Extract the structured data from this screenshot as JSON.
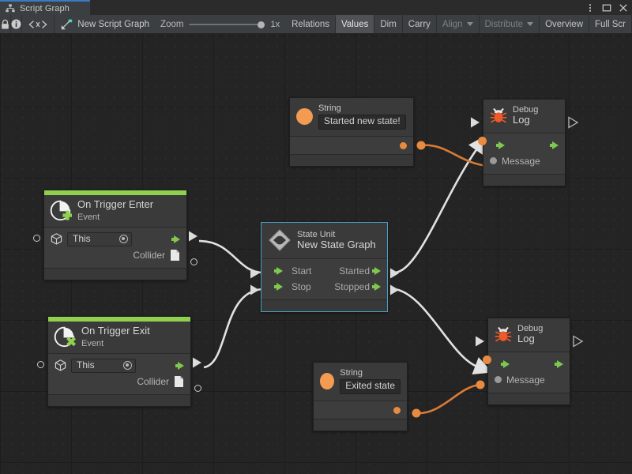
{
  "window": {
    "tab_label": "Script Graph",
    "tab_icon": "script-graph-icon",
    "controls": {
      "menu": "kebab-menu-icon",
      "maximize": "maximize-icon",
      "close": "close-icon"
    }
  },
  "toolbar": {
    "lock_icon": "lock-icon",
    "info_icon": "info-icon",
    "code_icon": "code-brackets-icon",
    "graph_icon": "graph-asset-icon",
    "graph_name": "New Script Graph",
    "zoom_label": "Zoom",
    "zoom_value": "1x",
    "buttons": [
      {
        "label": "Relations",
        "state": "normal"
      },
      {
        "label": "Values",
        "state": "pressed"
      },
      {
        "label": "Dim",
        "state": "normal"
      },
      {
        "label": "Carry",
        "state": "normal"
      },
      {
        "label": "Align",
        "state": "dim",
        "dropdown": true
      },
      {
        "label": "Distribute",
        "state": "dim",
        "dropdown": true
      },
      {
        "label": "Overview",
        "state": "normal"
      },
      {
        "label": "Full Scr",
        "state": "normal"
      }
    ]
  },
  "colors": {
    "canvas_bg": "#242424",
    "node_bg": "#3d3d3d",
    "node_head": "#3a3a3a",
    "event_accent": "#8fd14f",
    "flow_green": "#7ec850",
    "value_orange": "#e88a3f",
    "selection_blue": "#4a9ec0",
    "wire_white": "#e2e2e2",
    "debug_icon": "#f05a28"
  },
  "nodes": {
    "string_top": {
      "title": "String",
      "value": "Started new state!",
      "icon": "string-value-icon"
    },
    "debug_log_top": {
      "title": "Debug",
      "subtitle": "Log",
      "icon": "debug-bug-icon",
      "input_port": "flow-in",
      "output_port": "flow-out",
      "message_label": "Message"
    },
    "on_trigger_enter": {
      "title": "On Trigger Enter",
      "subtitle": "Event",
      "icon": "event-enter-icon",
      "target_value": "This",
      "collider_label": "Collider"
    },
    "state_unit": {
      "title": "State Unit",
      "subtitle": "New  State  Graph",
      "icon": "state-unit-icon",
      "selected": true,
      "inputs": [
        "Start",
        "Stop"
      ],
      "outputs": [
        "Started",
        "Stopped"
      ]
    },
    "on_trigger_exit": {
      "title": "On Trigger Exit",
      "subtitle": "Event",
      "icon": "event-exit-icon",
      "target_value": "This",
      "collider_label": "Collider"
    },
    "string_bottom": {
      "title": "String",
      "value": "Exited state",
      "icon": "string-value-icon"
    },
    "debug_log_bottom": {
      "title": "Debug",
      "subtitle": "Log",
      "icon": "debug-bug-icon",
      "input_port": "flow-in",
      "output_port": "flow-out",
      "message_label": "Message"
    }
  }
}
